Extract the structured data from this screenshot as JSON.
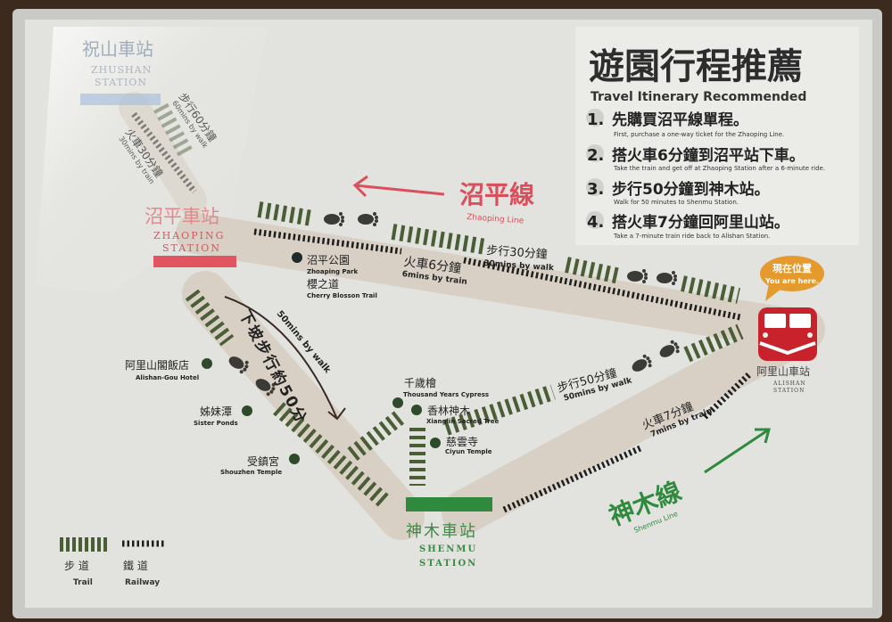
{
  "colors": {
    "zhaoping_red": "#d9505c",
    "shenmu_green": "#2f8a3e",
    "zhushan_blue": "#a9c2dc",
    "trail_green": "#4a5e36",
    "road_beige": "#d9d0c5",
    "here_orange": "#e49a2c",
    "train_red": "#c8232c"
  },
  "itinerary": {
    "title": "遊園行程推薦",
    "subtitle": "Travel Itinerary Recommended",
    "steps": [
      {
        "num": "1.",
        "zh": "先購買沼平線單程。",
        "en": "First, purchase a one-way ticket for the Zhaoping Line."
      },
      {
        "num": "2.",
        "zh": "搭火車6分鐘到沼平站下車。",
        "en": "Take the train and get off at Zhaoping Station after a 6-minute ride."
      },
      {
        "num": "3.",
        "zh": "步行50分鐘到神木站。",
        "en": "Walk for 50 minutes to Shenmu Station."
      },
      {
        "num": "4.",
        "zh": "搭火車7分鐘回阿里山站。",
        "en": "Take a 7-minute train ride back to Alishan Station."
      }
    ]
  },
  "stations": {
    "zhushan": {
      "zh": "祝山車站",
      "en1": "ZHUSHAN",
      "en2": "STATION"
    },
    "zhaoping": {
      "zh": "沼平車站",
      "en1": "ZHAOPING",
      "en2": "STATION"
    },
    "alishan": {
      "zh": "阿里山車站",
      "en1": "ALISHAN",
      "en2": "STATION"
    },
    "shenmu": {
      "zh": "神木車站",
      "en1": "SHENMU",
      "en2": "STATION"
    }
  },
  "lines": {
    "zhaoping": {
      "zh": "沼平線",
      "en": "Zhaoping Line"
    },
    "shenmu": {
      "zh": "神木線",
      "en": "Shenmu Line"
    }
  },
  "here": {
    "zh": "現在位置",
    "en": "You are here."
  },
  "routes": {
    "zhushan_walk": {
      "zh": "步行60分鐘",
      "en": "60mins by walk"
    },
    "zhushan_train": {
      "zh": "火車30分鐘",
      "en": "30mins by train"
    },
    "zhaoping_train": {
      "zh": "火車6分鐘",
      "en": "6mins by train"
    },
    "zhaoping_walk": {
      "zh": "步行30分鐘",
      "en": "30mins by walk"
    },
    "downhill": {
      "zh": "下坡步行約50分",
      "en": "50mins by walk"
    },
    "shenmu_walk": {
      "zh": "步行50分鐘",
      "en": "50mins by walk"
    },
    "shenmu_train": {
      "zh": "火車7分鐘",
      "en": "7mins by train"
    }
  },
  "pois": [
    {
      "zh": "沼平公園",
      "en": "Zhoaping Park"
    },
    {
      "zh": "櫻之道",
      "en": "Cherry Blosson Trail"
    },
    {
      "zh": "阿里山閣飯店",
      "en": "Alishan-Gou Hotel"
    },
    {
      "zh": "姊妹潭",
      "en": "Sister Ponds"
    },
    {
      "zh": "受鎮宮",
      "en": "Shouzhen Temple"
    },
    {
      "zh": "千歲檜",
      "en": "Thousand Years Cypress"
    },
    {
      "zh": "香林神木",
      "en": "Xianglin Sacred Tree"
    },
    {
      "zh": "慈雲寺",
      "en": "Ciyun Temple"
    }
  ],
  "legend": {
    "trail": {
      "zh": "步 道",
      "en": "Trail"
    },
    "railway": {
      "zh": "鐵 道",
      "en": "Railway"
    }
  }
}
